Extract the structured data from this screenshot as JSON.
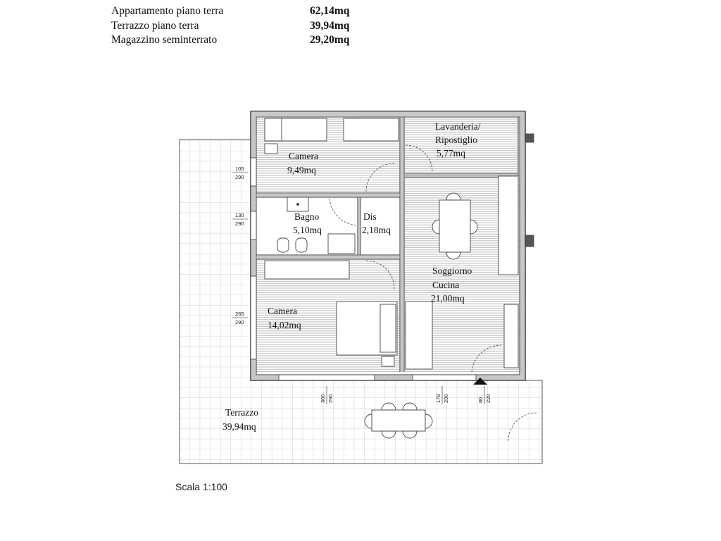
{
  "areas": [
    {
      "label": "Appartamento piano terra",
      "value": "62,14mq"
    },
    {
      "label": "Terrazzo piano terra",
      "value": "39,94mq"
    },
    {
      "label": "Magazzino seminterrato",
      "value": "29,20mq"
    }
  ],
  "rooms": {
    "camera1": {
      "name": "Camera",
      "area": "9,49mq"
    },
    "lavanderia": {
      "name": "Lavanderia/",
      "name2": "Ripostiglio",
      "area": "5,77mq"
    },
    "bagno": {
      "name": "Bagno",
      "area": "5,10mq"
    },
    "dis": {
      "name": "Dis",
      "area": "2,18mq"
    },
    "soggiorno": {
      "name": "Soggiorno",
      "name2": "Cucina",
      "area": "21,00mq"
    },
    "camera2": {
      "name": "Camera",
      "area": "14,02mq"
    },
    "terrazzo": {
      "name": "Terrazzo",
      "area": "39,94mq"
    }
  },
  "dimensions": {
    "w1": {
      "top": "105",
      "bottom": "290"
    },
    "w2": {
      "top": "130",
      "bottom": "290"
    },
    "w3": {
      "top": "265",
      "bottom": "290"
    },
    "s1": {
      "a": "300",
      "b": "290"
    },
    "s2": {
      "a": "178",
      "b": "290"
    },
    "s3": {
      "a": "80",
      "b": "220"
    }
  },
  "scale": "Scala 1:100"
}
